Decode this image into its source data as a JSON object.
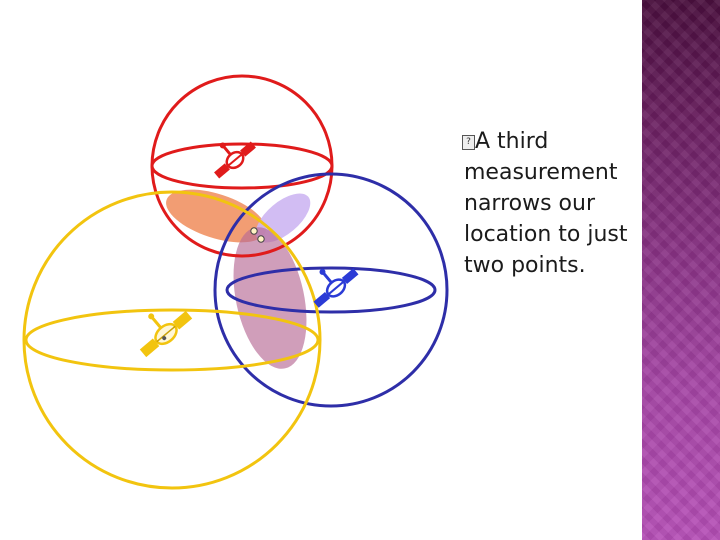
{
  "slide": {
    "bullet_glyph": "?",
    "bullet_text": "A third measurement narrows our location to just two points."
  },
  "colors": {
    "background": "#ffffff",
    "red_sphere": "#e01b1b",
    "blue_sphere": "#2e2ea8",
    "yellow_sphere": "#f2c40f",
    "overlap_orange": "#f08c5a",
    "overlap_lavender": "#cdb6f2",
    "overlap_mauve": "#b76a95",
    "side_band_top": "#4a0f3e",
    "side_band_bottom": "#b54eb6"
  },
  "diagram": {
    "spheres": [
      {
        "name": "red-sphere",
        "color": "red"
      },
      {
        "name": "blue-sphere",
        "color": "blue"
      },
      {
        "name": "yellow-sphere",
        "color": "yellow"
      }
    ],
    "satellites": [
      "red-satellite-icon",
      "blue-satellite-icon",
      "yellow-satellite-icon"
    ],
    "intersection_points": 2
  }
}
